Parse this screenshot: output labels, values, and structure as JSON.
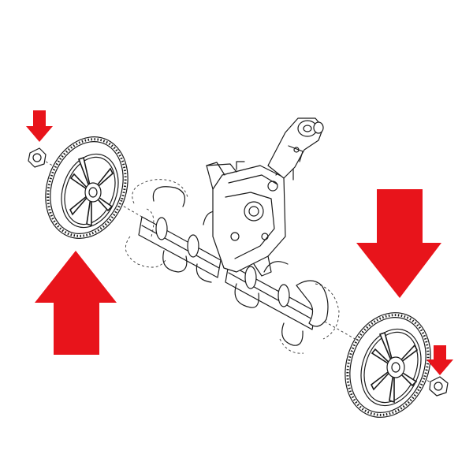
{
  "colors": {
    "arrow": "#e8141b",
    "line": "#1a1a1a",
    "background": "#ffffff"
  },
  "arrows": [
    {
      "id": "small-arrow-top-left",
      "direction": "down"
    },
    {
      "id": "large-arrow-bottom-left",
      "direction": "up"
    },
    {
      "id": "large-arrow-right",
      "direction": "down"
    },
    {
      "id": "small-arrow-bottom-right",
      "direction": "down"
    }
  ],
  "parts": [
    "left-wheel-cap",
    "left-wheel",
    "tiller-axle",
    "gearbox-housing",
    "tiller-tines",
    "right-wheel",
    "right-wheel-cap"
  ]
}
